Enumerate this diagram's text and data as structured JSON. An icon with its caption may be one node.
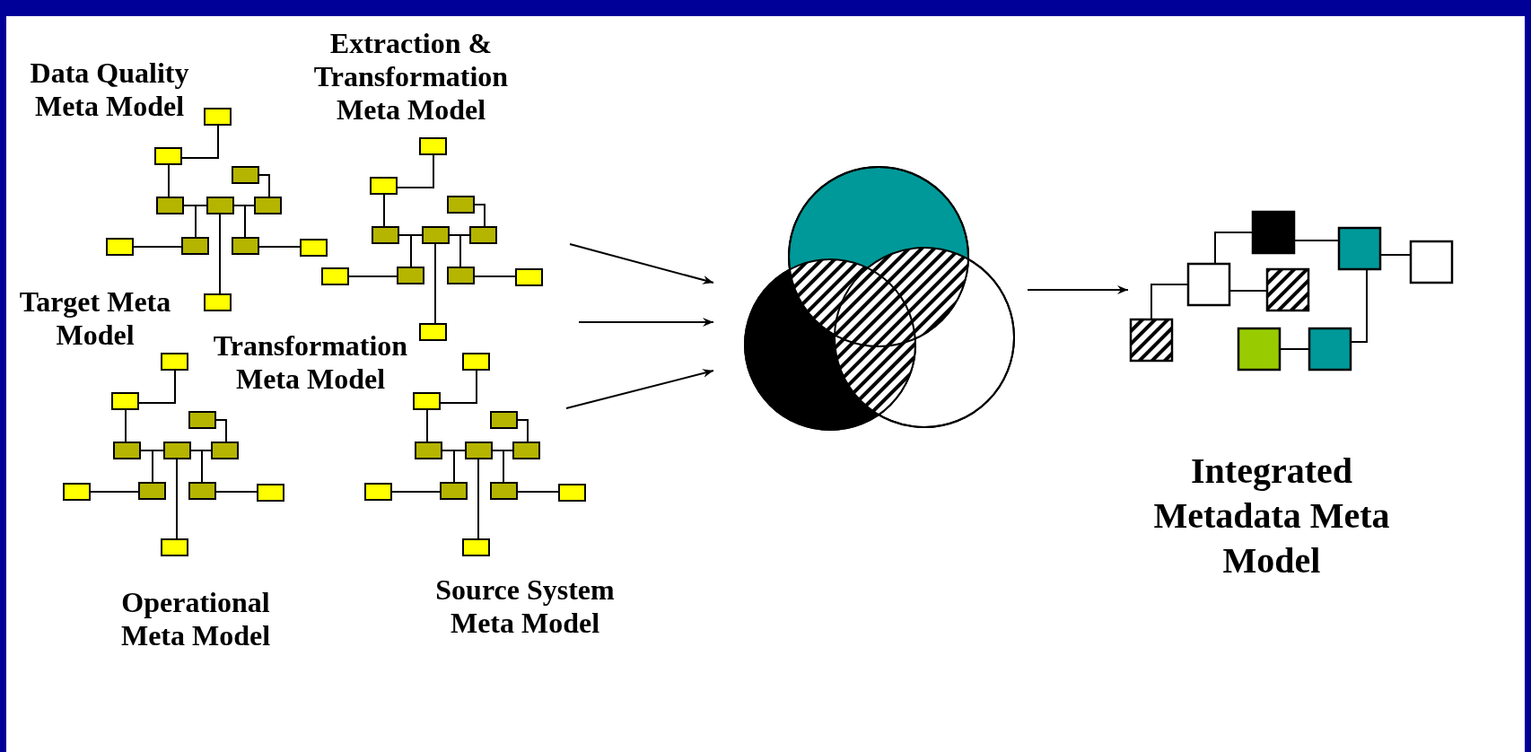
{
  "diagram": {
    "nodes": [
      {
        "text": [],
        "shape": "picture"
      },
      {
        "text": [
          "Integrated Metadata Meta Model"
        ]
      }
    ],
    "edges": [
      {
        "from": null,
        "to": 0,
        "arrow": "to"
      },
      {
        "from": null,
        "to": 0,
        "arrow": "to"
      },
      {
        "from": null,
        "to": 0,
        "arrow": "to"
      },
      {
        "from": 0,
        "to": 1,
        "arrow": "to"
      }
    ],
    "labels": [
      "Extraction & Transformation Meta Model",
      "Data Quality Meta Model",
      "Target Meta Model",
      "Transformation Meta Model",
      "Source System Meta Model",
      "Operational Meta Model"
    ]
  }
}
